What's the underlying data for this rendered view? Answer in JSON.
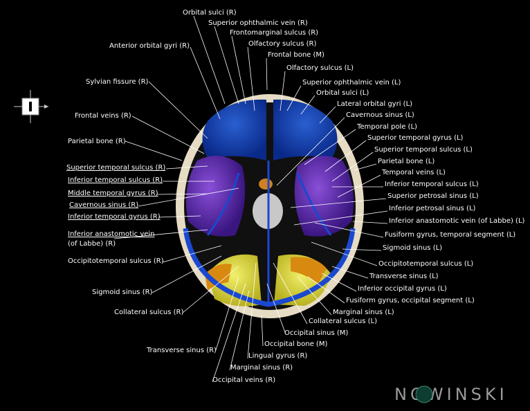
{
  "labels_right": [
    {
      "text": "Orbital sulci (R)"
    },
    {
      "text": "Superior ophthalmic vein (R)"
    },
    {
      "text": "Frontomarginal sulcus (R)"
    },
    {
      "text": "Olfactory sulcus (R)"
    },
    {
      "text": "Frontal bone (M)"
    },
    {
      "text": "Olfactory sulcus (L)"
    },
    {
      "text": "Superior ophthalmic vein (L)"
    },
    {
      "text": "Orbital sulci (L)"
    },
    {
      "text": "Lateral orbital gyri (L)"
    },
    {
      "text": "Cavernous sinus (L)"
    },
    {
      "text": "Temporal pole (L)"
    },
    {
      "text": "Superior temporal gyrus (L)"
    },
    {
      "text": "Superior temporal sulcus (L)"
    },
    {
      "text": "Parietal bone (L)"
    },
    {
      "text": "Temporal veins (L)"
    },
    {
      "text": "Inferior temporal sulcus (L)"
    },
    {
      "text": "Superior petrosal sinus (L)"
    },
    {
      "text": "Inferior petrosal sinus (L)"
    },
    {
      "text": "Inferior anastomotic vein (of Labbe) (L)"
    },
    {
      "text": "Fusiform gyrus, temporal segment (L)"
    },
    {
      "text": "Sigmoid sinus (L)"
    },
    {
      "text": "Occipitotemporal sulcus (L)"
    },
    {
      "text": "Transverse sinus (L)"
    },
    {
      "text": "Inferior occipital gyrus (L)"
    },
    {
      "text": "Fusiform gyrus, occipital segment (L)"
    },
    {
      "text": "Marginal sinus (L)"
    },
    {
      "text": "Collateral sulcus (L)"
    },
    {
      "text": "Occipital sinus (M)"
    },
    {
      "text": "Occipital bone (M)"
    },
    {
      "text": "Lingual gyrus (R)"
    },
    {
      "text": "Marginal sinus (R)"
    },
    {
      "text": "Occipital veins (R)"
    }
  ],
  "labels_left": [
    {
      "text": "Anterior orbital gyri (R)"
    },
    {
      "text": "Sylvian fissure (R)"
    },
    {
      "text": "Frontal veins (R)"
    },
    {
      "text": "Parietal bone (R)"
    },
    {
      "text": "Superior temporal sulcus (R)"
    },
    {
      "text": "Inferior temporal sulcus (R)"
    },
    {
      "text": "Middle temporal gyrus (R)"
    },
    {
      "text": "Cavernous sinus (R)"
    },
    {
      "text": "Inferior temporal gyrus (R)"
    },
    {
      "text": "Inferior anastomotic vein"
    },
    {
      "text": "(of Labbe) (R)"
    },
    {
      "text": "Occipitotemporal sulcus (R)"
    },
    {
      "text": "Sigmoid sinus (R)"
    },
    {
      "text": "Collateral sulcus (R)"
    },
    {
      "text": "Transverse sinus (R)"
    }
  ],
  "brand": "NOWINSKI",
  "orientation_icon": "orientation-cross-icon"
}
